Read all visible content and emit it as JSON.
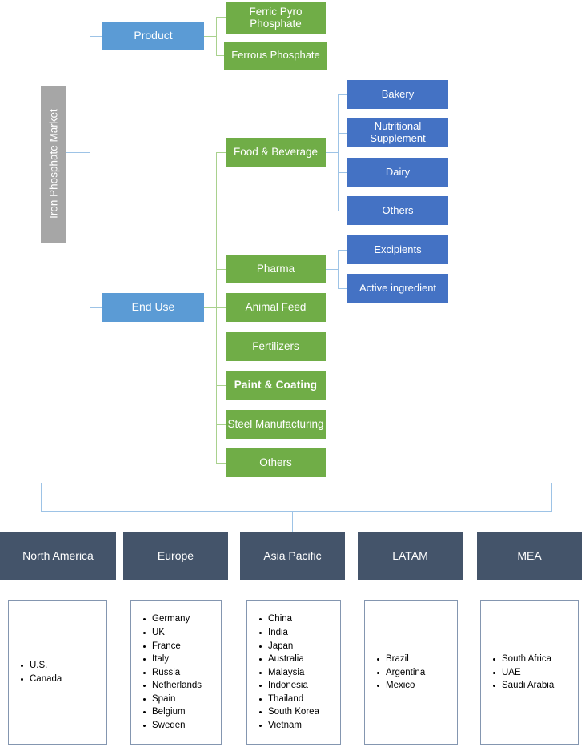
{
  "diagram": {
    "root": {
      "label": "Iron Phosphate Market"
    },
    "branches": [
      {
        "label": "Product"
      },
      {
        "label": "End Use"
      }
    ],
    "product_segments": [
      {
        "label": "Ferric Pyro Phosphate"
      },
      {
        "label": "Ferrous Phosphate"
      }
    ],
    "end_use_segments": [
      {
        "label": "Food & Beverage",
        "bold": false
      },
      {
        "label": "Pharma",
        "bold": false
      },
      {
        "label": "Animal  Feed",
        "bold": false
      },
      {
        "label": "Fertilizers",
        "bold": false
      },
      {
        "label": "Paint & Coating",
        "bold": true
      },
      {
        "label": "Steel Manufacturing",
        "bold": false
      },
      {
        "label": "Others",
        "bold": false
      }
    ],
    "food_beverage_subsegments": [
      {
        "label": "Bakery"
      },
      {
        "label": "Nutritional Supplement"
      },
      {
        "label": "Dairy"
      },
      {
        "label": "Others"
      }
    ],
    "pharma_subsegments": [
      {
        "label": "Excipients"
      },
      {
        "label": "Active ingredient"
      }
    ],
    "regions": [
      {
        "name": "North America",
        "countries": [
          "U.S.",
          "Canada"
        ]
      },
      {
        "name": "Europe",
        "countries": [
          "Germany",
          "UK",
          "France",
          "Italy",
          "Russia",
          "Netherlands",
          "Spain",
          "Belgium",
          "Sweden"
        ]
      },
      {
        "name": "Asia Pacific",
        "countries": [
          "China",
          "India",
          "Japan",
          "Australia",
          "Malaysia",
          "Indonesia",
          "Thailand",
          "South Korea",
          "Vietnam"
        ]
      },
      {
        "name": "LATAM",
        "countries": [
          "Brazil",
          "Argentina",
          "Mexico"
        ]
      },
      {
        "name": "MEA",
        "countries": [
          "South Africa",
          "UAE",
          "Saudi Arabia"
        ]
      }
    ],
    "colors": {
      "root_gray": "#a6a6a6",
      "level1_blue": "#5b9bd5",
      "segment_green": "#70ad47",
      "subsegment_blue": "#4472c4",
      "region_navy": "#44546a",
      "connector_blue": "#9dc3e6",
      "connector_green": "#a9d18e",
      "list_border": "#8496b0"
    }
  }
}
